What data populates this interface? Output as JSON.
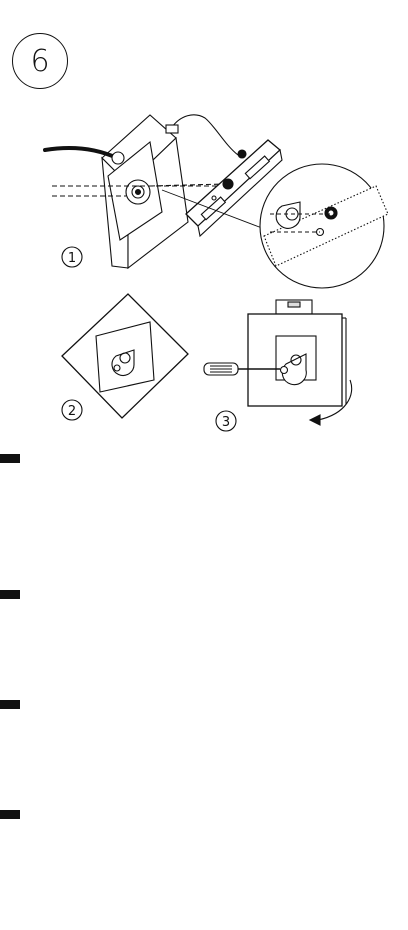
{
  "step": {
    "number": "6"
  },
  "figures": {
    "sub_steps": [
      {
        "label": "1"
      },
      {
        "label": "2"
      },
      {
        "label": "3"
      }
    ],
    "icons": {
      "cable": "cable-icon",
      "mounting_plate": "mounting-plate-icon",
      "keyhole": "keyhole-icon",
      "screw": "screw-icon",
      "screwdriver": "screwdriver-icon",
      "spirit_level": "spirit-level-icon",
      "rotate_arrow": "rotate-arrow-icon"
    }
  },
  "language_tabs": {
    "count": 4,
    "color": "#111111"
  }
}
